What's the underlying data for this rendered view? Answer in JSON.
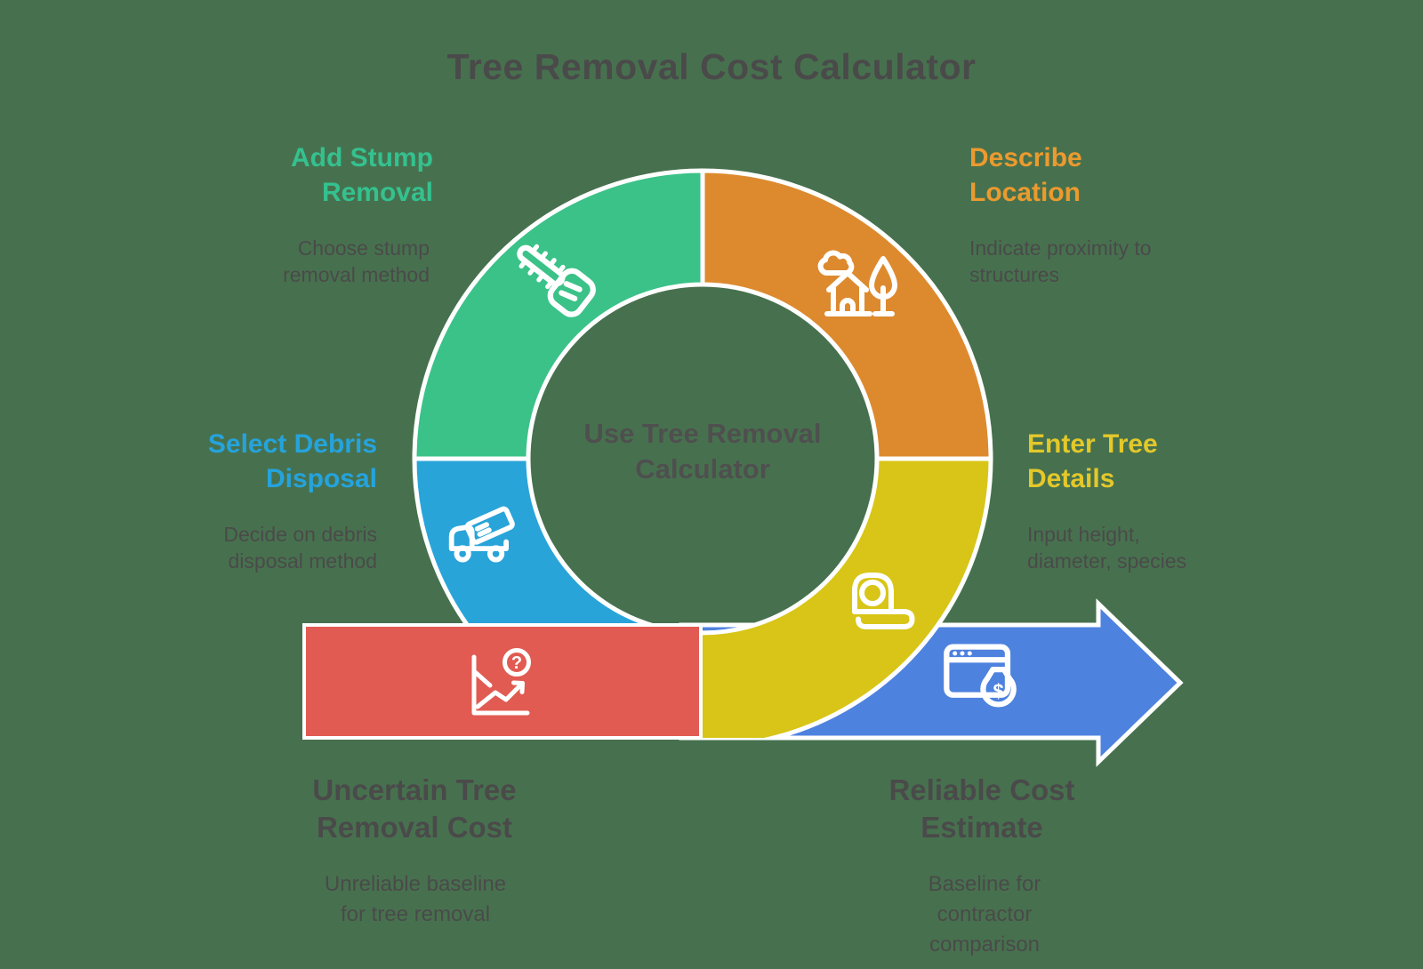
{
  "title": "Tree Removal Cost Calculator",
  "center_label": "Use Tree Removal Calculator",
  "background_color": "#47714e",
  "text_color": "#4a4a4a",
  "center_text_color": "#4f4f4f",
  "steps": [
    {
      "name": "add-stump-removal",
      "label": "Add Stump Removal",
      "description": "Choose stump removal method",
      "color": "#3bc288",
      "label_color": "#34c18f",
      "icon": "chainsaw-icon"
    },
    {
      "name": "describe-location",
      "label": "Describe Location",
      "description": "Indicate proximity to structures",
      "color": "#dd8a2f",
      "label_color": "#eb9a2e",
      "icon": "house-and-tree-icon"
    },
    {
      "name": "select-debris-disposal",
      "label": "Select Debris Disposal",
      "description": "Decide on debris disposal method",
      "color": "#29a4d9",
      "label_color": "#25a3dd",
      "icon": "dump-truck-icon"
    },
    {
      "name": "enter-tree-details",
      "label": "Enter Tree Details",
      "description": "Input height, diameter, species",
      "color": "#d8c517",
      "label_color": "#e4c82a",
      "icon": "measuring-tape-icon"
    }
  ],
  "start": {
    "name": "uncertain-tree-removal-cost",
    "label": "Uncertain Tree Removal Cost",
    "description": "Unreliable baseline for tree removal",
    "color": "#e15b52",
    "icon": "uncertain-cost-chart-icon",
    "question_glyph": "?"
  },
  "end": {
    "name": "reliable-cost-estimate",
    "label": "Reliable Cost Estimate",
    "description": "Baseline for contractor comparison",
    "color": "#4e82df",
    "icon": "cost-estimate-icon",
    "dollar_glyph": "$"
  }
}
